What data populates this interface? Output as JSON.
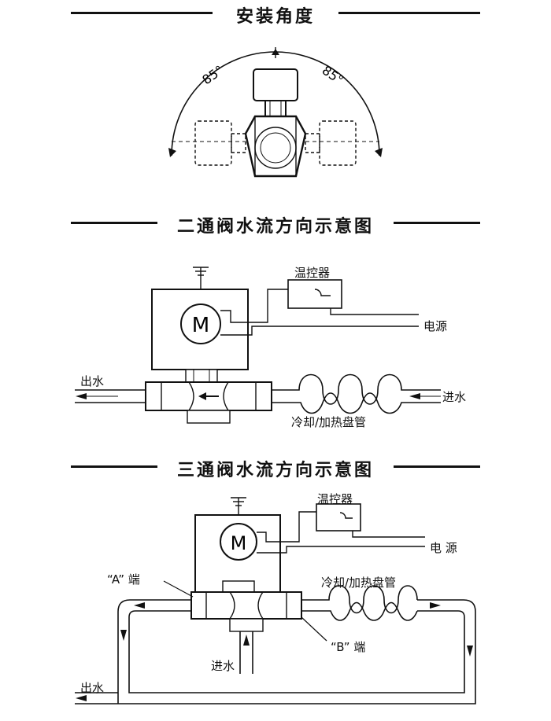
{
  "sections": {
    "angle": {
      "title": "安装角度",
      "angle_left": "85°",
      "angle_right": "85°"
    },
    "two_way": {
      "title": "二通阀水流方向示意图",
      "motor": "M",
      "thermostat": "温控器",
      "power": "电源",
      "outlet": "出水",
      "inlet": "进水",
      "coil": "冷却/加热盘管"
    },
    "three_way": {
      "title": "三通阀水流方向示意图",
      "motor": "M",
      "thermostat": "温控器",
      "power": "电 源",
      "port_a": "“A” 端",
      "port_b": "“B” 端",
      "coil": "冷却/加热盘管",
      "inlet": "进水",
      "outlet": "出水"
    }
  }
}
